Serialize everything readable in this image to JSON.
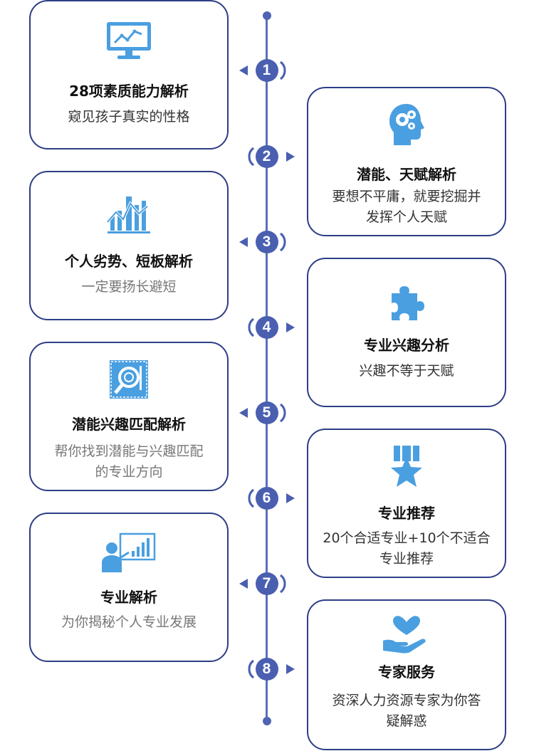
{
  "steps": [
    {
      "number": "1",
      "title": "28项素质能力解析",
      "desc": "窥见孩子真实的性格",
      "icon": "monitor-chart-icon"
    },
    {
      "number": "2",
      "title": "潜能、天赋解析",
      "desc": "要想不平庸，就要挖掘并发挥个人天赋",
      "icon": "head-gears-icon"
    },
    {
      "number": "3",
      "title": "个人劣势、短板解析",
      "desc": "一定要扬长避短",
      "icon": "bar-chart-icon"
    },
    {
      "number": "4",
      "title": "专业兴趣分析",
      "desc": "兴趣不等于天赋",
      "icon": "puzzle-icon"
    },
    {
      "number": "5",
      "title": "潜能兴趣匹配解析",
      "desc": "帮你找到潜能与兴趣匹配的专业方向",
      "icon": "magnifier-icon"
    },
    {
      "number": "6",
      "title": "专业推荐",
      "desc": "20个合适专业+10个不适合专业推荐",
      "icon": "medal-star-icon"
    },
    {
      "number": "7",
      "title": "专业解析",
      "desc": "为你揭秘个人专业发展",
      "icon": "presenter-icon"
    },
    {
      "number": "8",
      "title": "专家服务",
      "desc": "资深人力资源专家为你答疑解惑",
      "icon": "heart-hand-icon"
    }
  ],
  "colors": {
    "accent": "#4a5fb0",
    "border": "#2d3d86",
    "icon": "#4a9fe0"
  }
}
